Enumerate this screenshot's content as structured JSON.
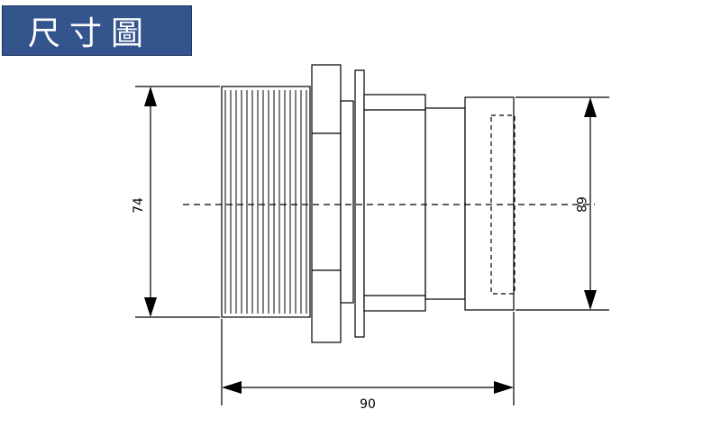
{
  "title": "尺寸圖",
  "colors": {
    "badge_bg": "#33548c",
    "badge_text": "#ffffff",
    "line": "#000000"
  },
  "dimensions": {
    "left_height": "74",
    "right_height": "68",
    "length": "90"
  }
}
